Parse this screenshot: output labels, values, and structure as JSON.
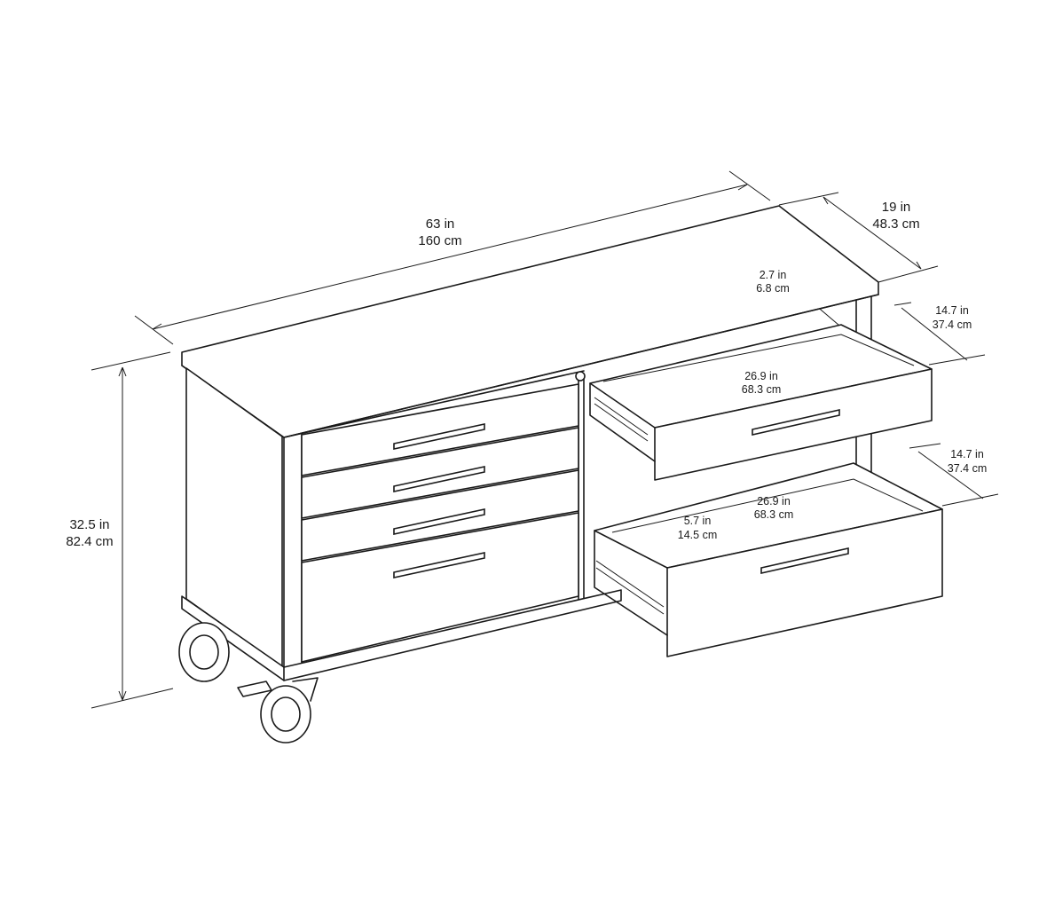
{
  "dimensions": {
    "width": {
      "imperial": "63 in",
      "metric": "160 cm"
    },
    "depth": {
      "imperial": "19 in",
      "metric": "48.3 cm"
    },
    "height": {
      "imperial": "32.5 in",
      "metric": "82.4 cm"
    },
    "top_drawer_inner_depth": {
      "imperial": "2.7 in",
      "metric": "6.8 cm"
    },
    "top_drawer_depth": {
      "imperial": "14.7 in",
      "metric": "37.4 cm"
    },
    "top_drawer_width": {
      "imperial": "26.9 in",
      "metric": "68.3 cm"
    },
    "bottom_drawer_depth": {
      "imperial": "14.7 in",
      "metric": "37.4 cm"
    },
    "bottom_drawer_width": {
      "imperial": "26.9 in",
      "metric": "68.3 cm"
    },
    "bottom_drawer_inner_depth": {
      "imperial": "5.7 in",
      "metric": "14.5 cm"
    }
  }
}
